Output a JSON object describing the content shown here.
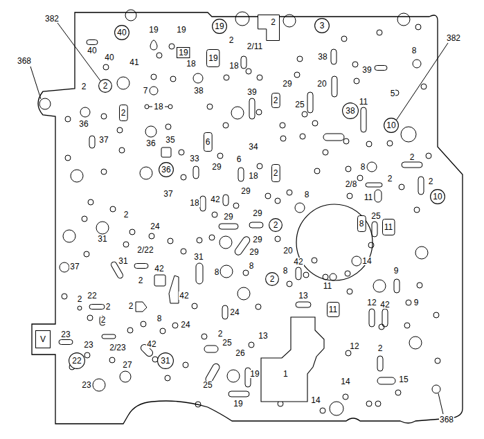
{
  "diagram": {
    "nodes": [
      {
        "text": [
          "40"
        ]
      },
      {
        "text": [
          "19"
        ]
      },
      {
        "text": [
          "2"
        ]
      },
      {
        "text": [
          "3"
        ]
      },
      {
        "text": [
          "19"
        ]
      },
      {
        "text": [
          "19"
        ]
      },
      {
        "text": [
          "2"
        ]
      },
      {
        "text": [
          "2"
        ]
      },
      {
        "text": [
          "2"
        ]
      },
      {
        "text": [
          "38"
        ]
      },
      {
        "text": [
          "10"
        ]
      },
      {
        "text": [
          "6"
        ]
      },
      {
        "text": [
          "36"
        ]
      },
      {
        "text": [
          "2"
        ]
      },
      {
        "text": [
          "10"
        ]
      },
      {
        "text": [
          "8"
        ]
      },
      {
        "text": [
          "2"
        ]
      },
      {
        "text": [
          "11"
        ]
      },
      {
        "text": [
          "2"
        ]
      },
      {
        "text": [
          "11"
        ]
      },
      {
        "text": [
          "V"
        ]
      },
      {
        "text": [
          "1"
        ]
      },
      {
        "text": [
          "22"
        ]
      },
      {
        "text": [
          "31"
        ]
      }
    ],
    "labels": [
      "382",
      "19",
      "19",
      "2",
      "2/11",
      "8",
      "382",
      "40",
      "40",
      "41",
      "18",
      "18",
      "38",
      "39",
      "368",
      "2",
      "7",
      "38",
      "18",
      "39",
      "29",
      "25",
      "20",
      "11",
      "5",
      "36",
      "37",
      "36",
      "35",
      "34",
      "33",
      "29",
      "6",
      "18",
      "8",
      "2",
      "2",
      "2/8",
      "2",
      "37",
      "29",
      "42",
      "18",
      "8",
      "11",
      "2",
      "29",
      "29",
      "24",
      "25",
      "31",
      "29",
      "29",
      "20",
      "2/22",
      "31",
      "37",
      "31",
      "14",
      "42",
      "8",
      "8",
      "8",
      "42",
      "9",
      "2",
      "11",
      "42",
      "13",
      "22",
      "2",
      "2",
      "2",
      "12",
      "42",
      "9",
      "24",
      "2",
      "8",
      "24",
      "23",
      "2",
      "13",
      "2/23",
      "23",
      "42",
      "25",
      "26",
      "12",
      "2",
      "27",
      "25",
      "19",
      "23",
      "14",
      "15",
      "19",
      "14",
      "368"
    ]
  }
}
